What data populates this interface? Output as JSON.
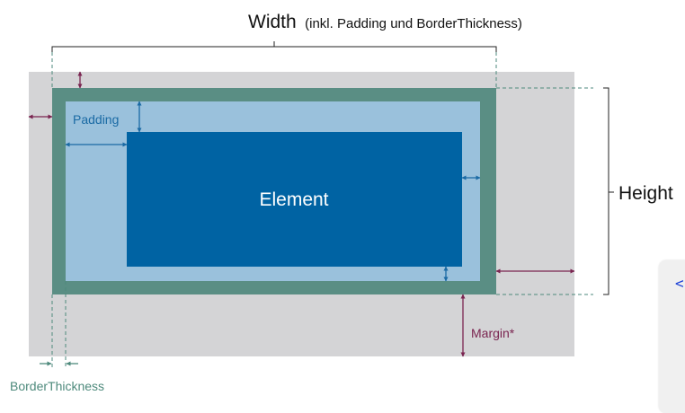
{
  "labels": {
    "width_main": "Width",
    "width_note": "(inkl. Padding und BorderThickness)",
    "height": "Height",
    "element": "Element",
    "padding": "Padding",
    "margin": "Margin*",
    "border_thickness": "BorderThickness"
  },
  "code_panel": {
    "text": "<"
  },
  "colors": {
    "margin_area": "#d4d4d6",
    "border": "#5a8e84",
    "padding_area": "#9ac1dc",
    "element": "#0063a3",
    "element_text": "#ffffff",
    "padding_label": "#1a6aa4",
    "margin_color": "#7a2450",
    "border_color": "#4e8a7c",
    "dim_line": "#222222"
  }
}
